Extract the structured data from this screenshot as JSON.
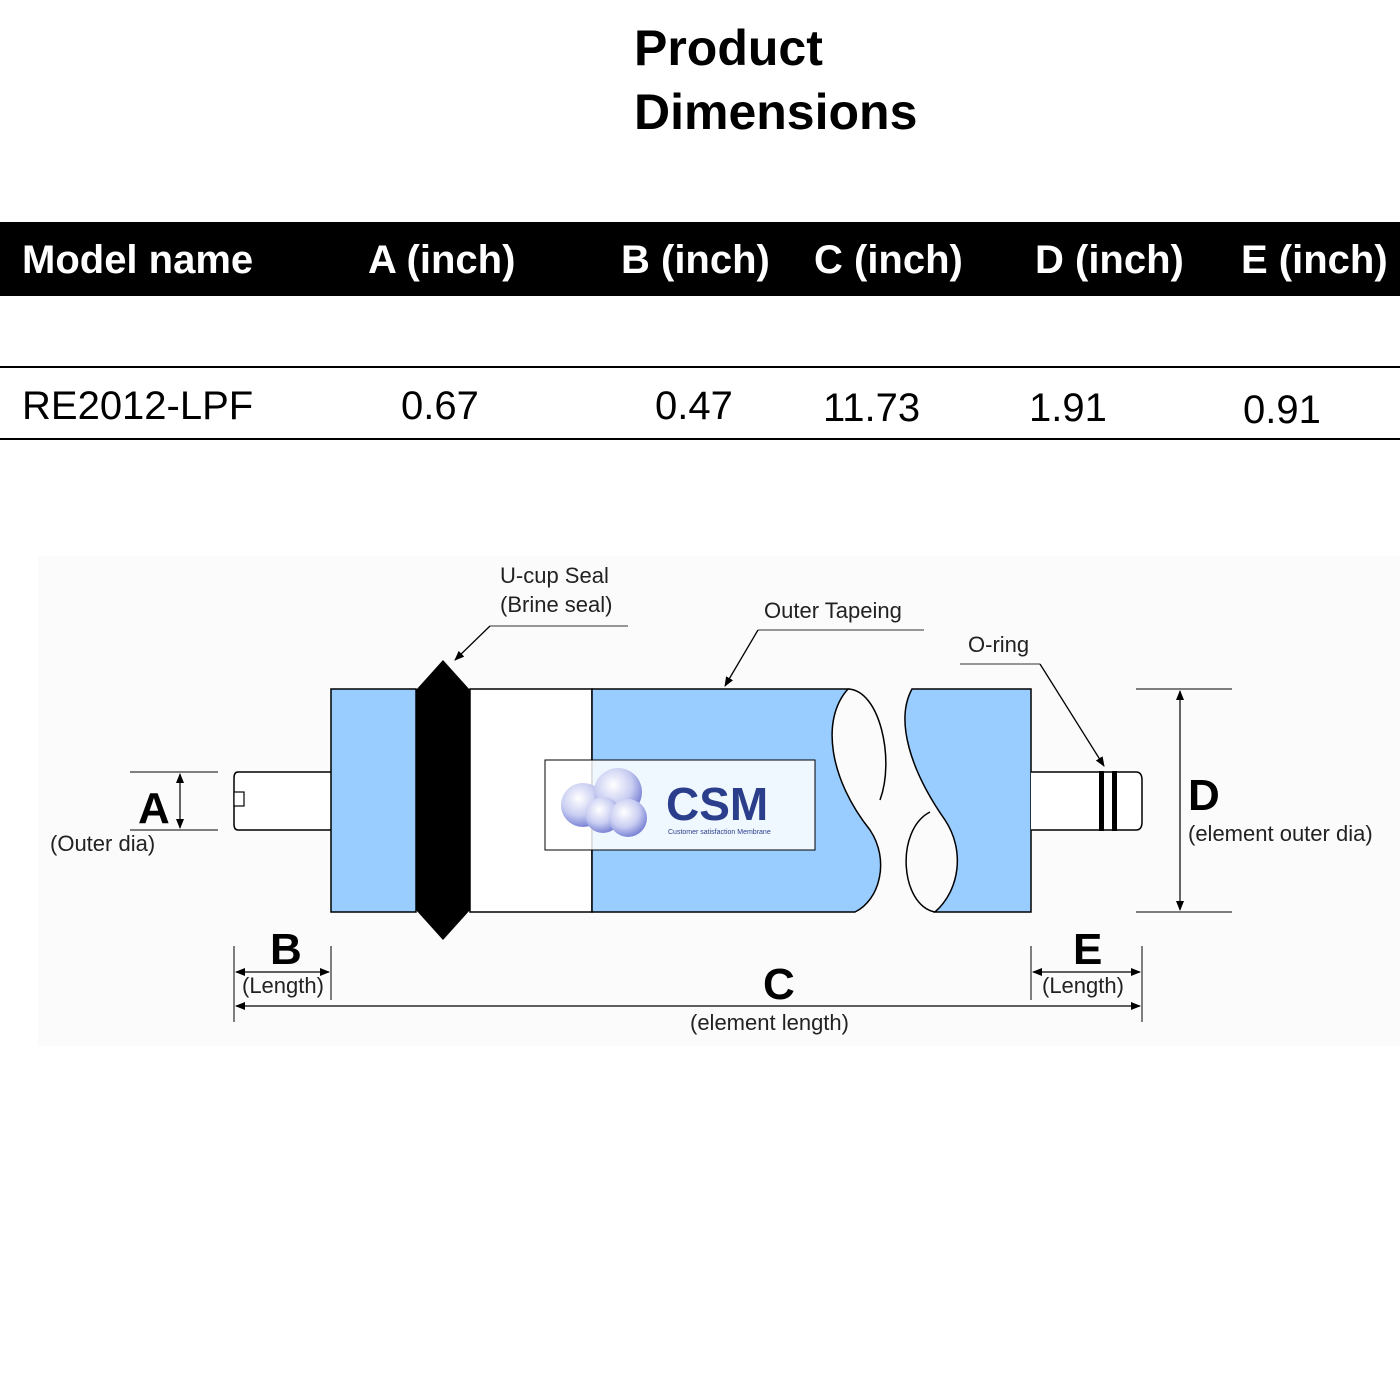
{
  "title": {
    "line1": "Product",
    "line2": "Dimensions"
  },
  "table": {
    "headers": [
      "Model name",
      "A (inch)",
      "B (inch)",
      "C (inch)",
      "D (inch)",
      "E (inch)"
    ],
    "rows": [
      [
        "RE2012-LPF",
        "0.67",
        "0.47",
        "11.73",
        "1.91",
        "0.91"
      ]
    ]
  },
  "diagram": {
    "callouts": {
      "ucup_line1": "U-cup Seal",
      "ucup_line2": "(Brine seal)",
      "outer_tapeing": "Outer Tapeing",
      "oring": "O-ring"
    },
    "dimensions": {
      "a_letter": "A",
      "a_caption": "(Outer dia)",
      "b_letter": "B",
      "b_caption": "(Length)",
      "c_letter": "C",
      "c_caption": "(element length)",
      "d_letter": "D",
      "d_caption": "(element outer dia)",
      "e_letter": "E",
      "e_caption": "(Length)"
    },
    "logo_text": "CSM",
    "logo_tagline": "Customer satisfaction Membrane",
    "colors": {
      "membrane_fill": "#99ccff",
      "seal": "#000000",
      "outline": "#000000"
    }
  }
}
